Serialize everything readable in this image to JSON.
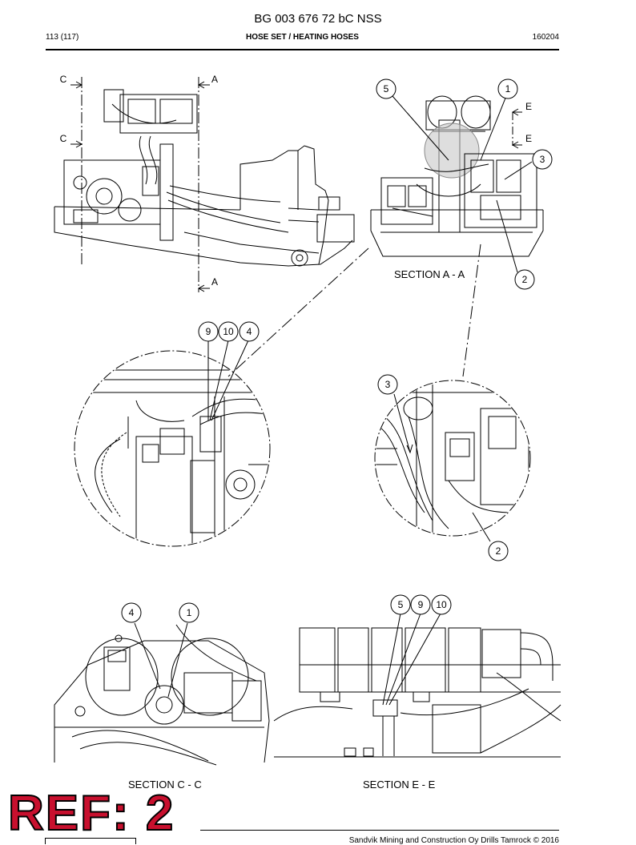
{
  "header": {
    "doc_number": "BG 003 676 72 bC NSS",
    "page": "113 (117)",
    "title": "HOSE SET / HEATING HOSES",
    "date": "160204"
  },
  "callouts": {
    "top_left_c": "C",
    "top_left_a": "A",
    "mid_left_c": "C",
    "bottom_left_a": "A",
    "section_aa_5": "5",
    "section_aa_1": "1",
    "section_aa_e1": "E",
    "section_aa_e2": "E",
    "section_aa_3": "3",
    "section_aa_2": "2",
    "detail_left_9": "9",
    "detail_left_10": "10",
    "detail_left_4": "4",
    "detail_right_3": "3",
    "detail_right_2": "2",
    "section_cc_4": "4",
    "section_cc_1": "1",
    "section_ee_5": "5",
    "section_ee_9": "9",
    "section_ee_10": "10"
  },
  "sections": {
    "aa": "SECTION A - A",
    "cc": "SECTION C - C",
    "ee": "SECTION E - E"
  },
  "stamp": {
    "ref": "REF: 2"
  },
  "footer": {
    "copyright": "Sandvik Mining and Construction Oy Drills Tamrock © 2016"
  }
}
